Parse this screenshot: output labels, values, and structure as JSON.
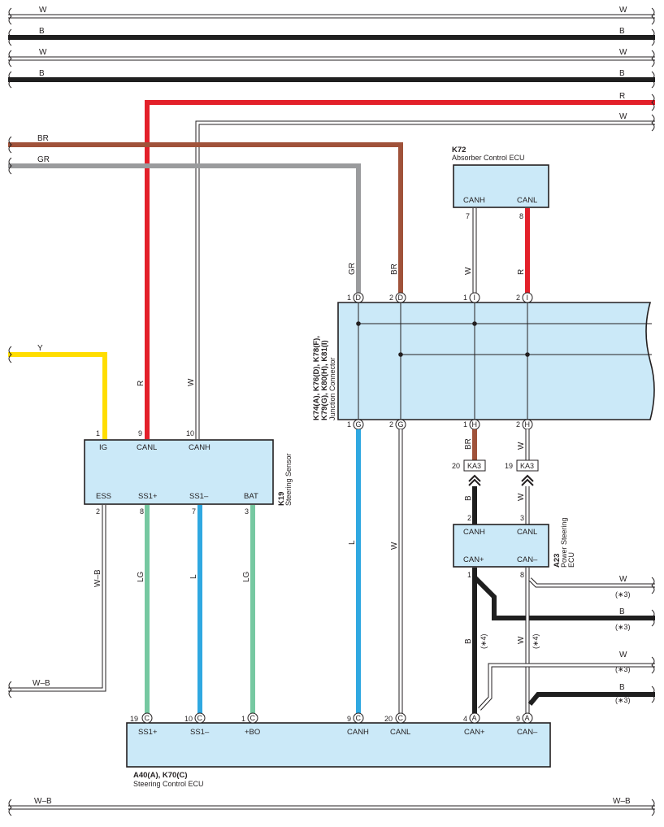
{
  "colors": {
    "W": "#ffffff",
    "B": "#1f1f1f",
    "R": "#e3202a",
    "BR": "#a0523a",
    "GR": "#9a9b9d",
    "Y": "#ffdd00",
    "L": "#2fa8e1",
    "LG": "#76c8a1",
    "box_fill": "#cbe9f8"
  },
  "left_wires": [
    {
      "label_left": "W",
      "label_right": "W"
    },
    {
      "label_left": "B",
      "label_right": "B"
    },
    {
      "label_left": "W",
      "label_right": "W"
    },
    {
      "label_left": "B",
      "label_right": "B"
    }
  ],
  "top_wires": {
    "r_right": "R",
    "w_right": "W",
    "br_left": "BR",
    "gr_left": "GR",
    "y_left": "Y"
  },
  "k72": {
    "code": "K72",
    "name": "Absorber Control ECU",
    "canh": "CANH",
    "canl": "CANL",
    "pin_canh": "7",
    "pin_canl": "8",
    "wire_canh": "W",
    "wire_canl": "R"
  },
  "junction": {
    "title": "K74(A), K76(D), K78(F),",
    "title2": "K79(G), K80(H), K81(I)",
    "name": "Junction Connector",
    "top_pins": [
      {
        "num": "1",
        "letter": "D",
        "wire": "GR"
      },
      {
        "num": "2",
        "letter": "D",
        "wire": "BR"
      },
      {
        "num": "1",
        "letter": "I",
        "wire": "W"
      },
      {
        "num": "2",
        "letter": "I",
        "wire": "R"
      }
    ],
    "bottom_pins": [
      {
        "num": "1",
        "letter": "G",
        "wire": "L"
      },
      {
        "num": "2",
        "letter": "G",
        "wire": "W"
      },
      {
        "num": "1",
        "letter": "H",
        "wire": "BR"
      },
      {
        "num": "2",
        "letter": "H",
        "wire": "W"
      }
    ]
  },
  "k19": {
    "code": "K19",
    "name": "Steering Sensor",
    "top": [
      {
        "num": "1",
        "label": "IG",
        "wire": "Y"
      },
      {
        "num": "9",
        "label": "CANL",
        "wire": "R"
      },
      {
        "num": "10",
        "label": "CANH",
        "wire": "W"
      }
    ],
    "bottom": [
      {
        "num": "2",
        "label": "ESS",
        "wire": "W–B"
      },
      {
        "num": "8",
        "label": "SS1+",
        "wire": "LG"
      },
      {
        "num": "7",
        "label": "SS1–",
        "wire": "L"
      },
      {
        "num": "3",
        "label": "BAT",
        "wire": "LG"
      }
    ]
  },
  "ka3": {
    "left": {
      "num": "20",
      "label": "KA3",
      "wire": "B"
    },
    "right": {
      "num": "19",
      "label": "KA3",
      "wire": "W"
    }
  },
  "a23": {
    "code": "A23",
    "name": "Power Steering",
    "name2": "ECU",
    "top": [
      {
        "num": "2",
        "label": "CANH"
      },
      {
        "num": "3",
        "label": "CANL"
      }
    ],
    "bottom": [
      {
        "num": "1",
        "label": "CAN+",
        "wire": "B",
        "note": "(∗4)"
      },
      {
        "num": "8",
        "label": "CAN–",
        "wire": "W",
        "note": "(∗4)"
      }
    ]
  },
  "right_outs": [
    {
      "wire": "W",
      "note": "(∗3)"
    },
    {
      "wire": "B",
      "note": "(∗3)"
    },
    {
      "wire": "W",
      "note": "(∗3)"
    },
    {
      "wire": "B",
      "note": "(∗3)"
    }
  ],
  "a40": {
    "code": "A40(A), K70(C)",
    "name": "Steering Control ECU",
    "pins": [
      {
        "num": "19",
        "letter": "C",
        "label": "SS1+"
      },
      {
        "num": "10",
        "letter": "C",
        "label": "SS1–"
      },
      {
        "num": "1",
        "letter": "C",
        "label": "+BO"
      },
      {
        "num": "9",
        "letter": "C",
        "label": "CANH"
      },
      {
        "num": "20",
        "letter": "C",
        "label": "CANL"
      },
      {
        "num": "4",
        "letter": "A",
        "label": "CAN+"
      },
      {
        "num": "9",
        "letter": "A",
        "label": "CAN–"
      }
    ],
    "wire_canl": "W"
  },
  "wb_left_label": "W–B",
  "bottom_wire": {
    "left": "W–B",
    "right": "W–B"
  }
}
